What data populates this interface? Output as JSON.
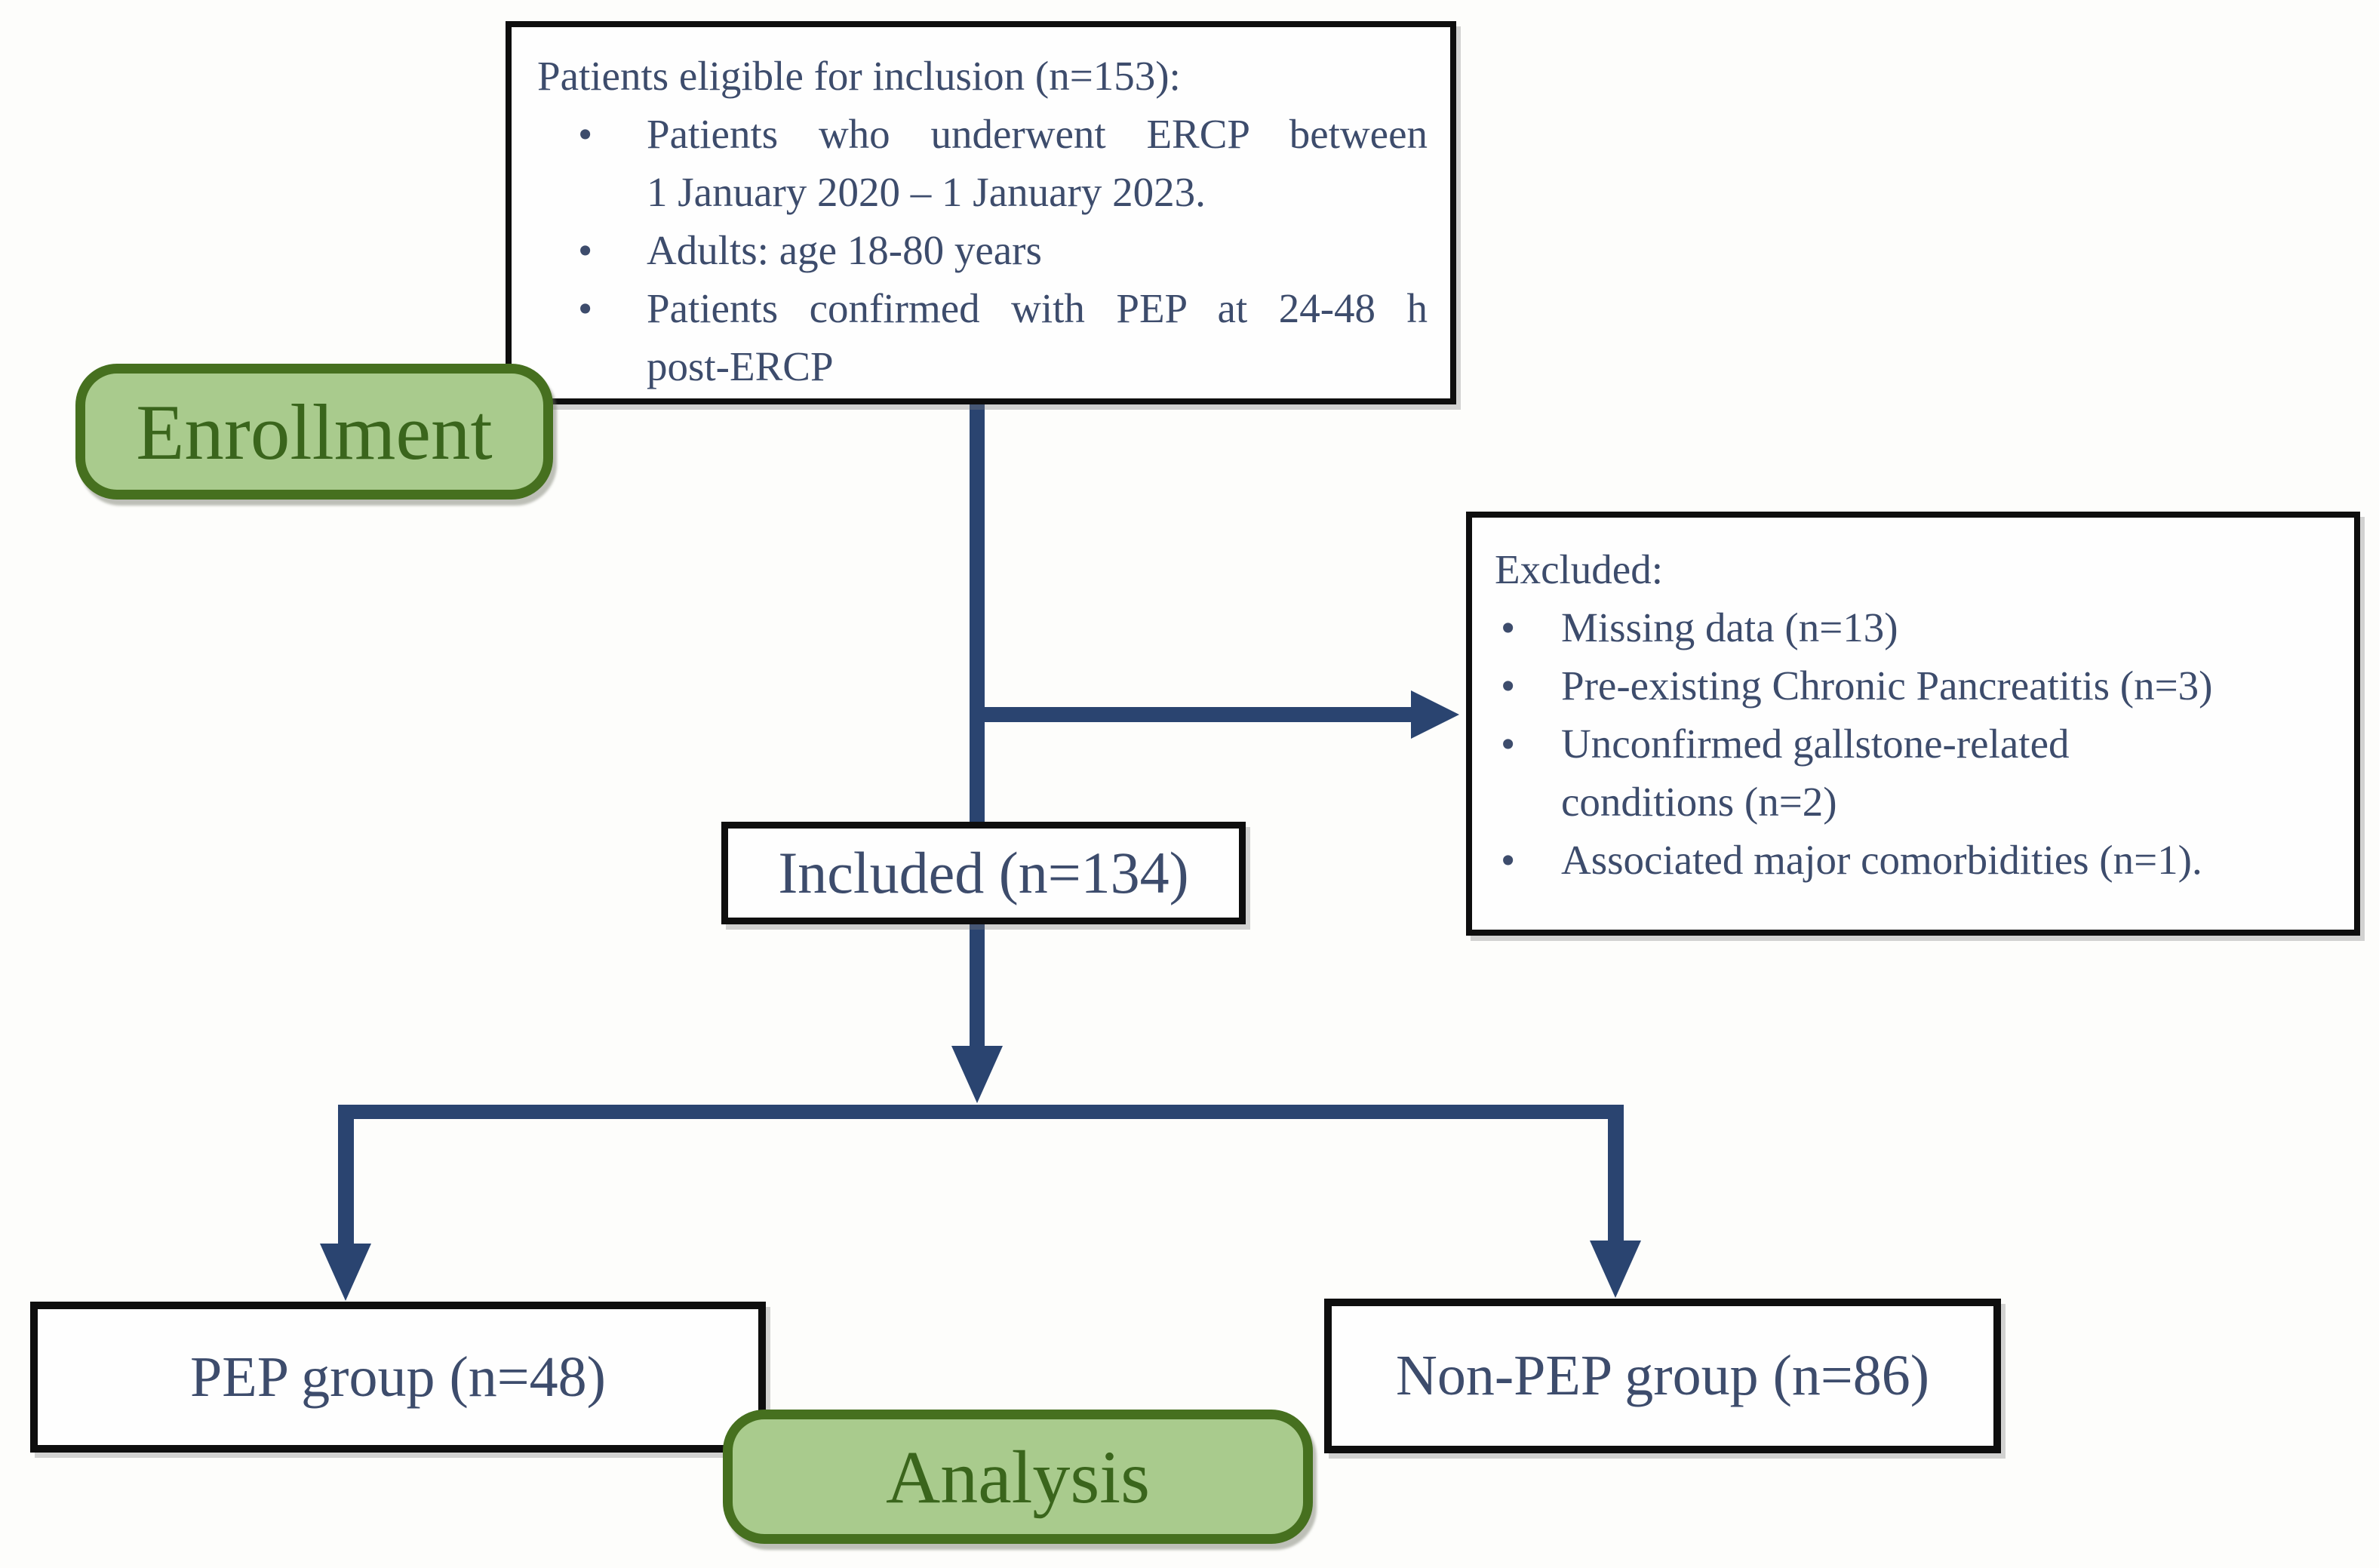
{
  "bullet_char": "•",
  "colors": {
    "arrow_navy": "#2a4470",
    "text_navy": "#3d4c6c",
    "box_border_black": "#0e0e0e",
    "badge_green_fill": "#a9cb8d",
    "badge_green_border": "#46701f",
    "badge_green_text": "#3a651c",
    "background": "#fdfdfb"
  },
  "stages": {
    "enrollment_label": "Enrollment",
    "analysis_label": "Analysis"
  },
  "eligible_box": {
    "title": "Patients eligible for inclusion (n=153):",
    "bullets": [
      {
        "line1": "Patients who underwent ERCP between",
        "line2": "1 January 2020 – 1 January 2023."
      },
      {
        "line1": "Adults: age 18-80 years"
      },
      {
        "line1": "Patients confirmed with PEP at 24-48 h",
        "line2": "post-ERCP"
      }
    ]
  },
  "excluded_box": {
    "title": "Excluded:",
    "bullets": [
      {
        "line1": "Missing data (n=13)"
      },
      {
        "line1": "Pre-existing Chronic Pancreatitis (n=3)"
      },
      {
        "line1": "Unconfirmed gallstone-related",
        "line2": "conditions (n=2)"
      },
      {
        "line1": "Associated major comorbidities (n=1)."
      }
    ]
  },
  "included_box": {
    "label": "Included (n=134)"
  },
  "pep_box": {
    "label": "PEP group (n=48)"
  },
  "non_pep_box": {
    "label": "Non-PEP group (n=86)"
  }
}
